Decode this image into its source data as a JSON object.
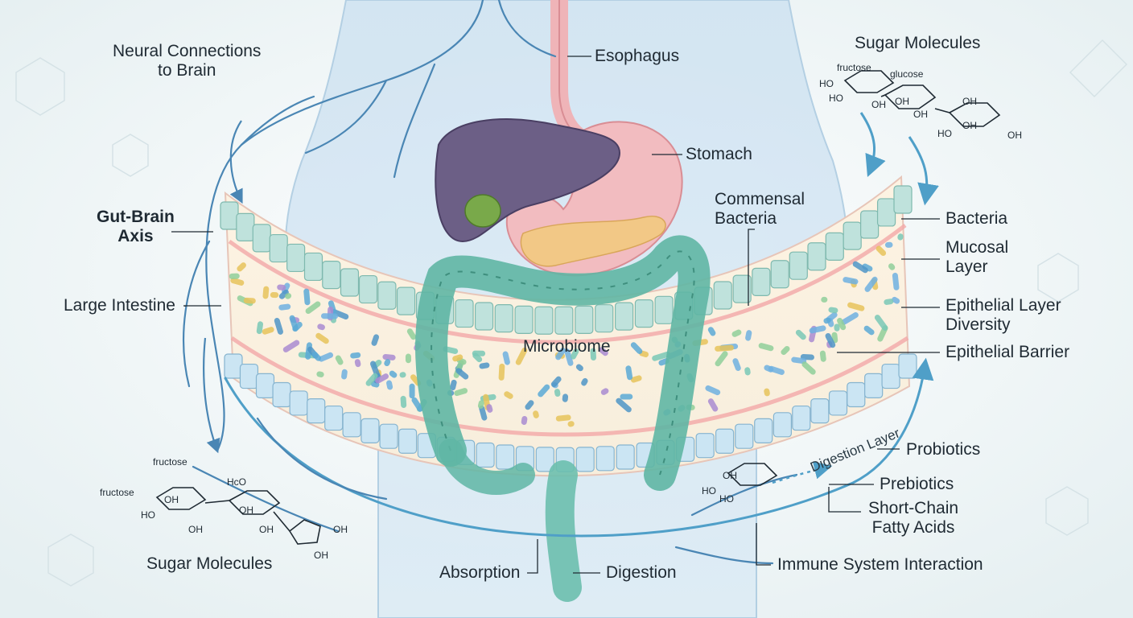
{
  "labels": {
    "neural_connections": "Neural Connections\nto Brain",
    "esophagus": "Esophagus",
    "sugar_molecules_top": "Sugar Molecules",
    "stomach": "Stomach",
    "commensal_bacteria": "Commensal\nBacteria",
    "gut_brain_axis": "Gut-Brain\nAxis",
    "bacteria": "Bacteria",
    "mucosal_layer": "Mucosal\nLayer",
    "large_intestine": "Large Intestine",
    "epithelial_layer_diversity": "Epithelial Layer\nDiversity",
    "microbiome": "Microbiome",
    "epithelial_barrier": "Epithelial Barrier",
    "digestion_layer": "Digestion Layer",
    "probiotics": "Probiotics",
    "prebiotics": "Prebiotics",
    "short_chain_fatty_acids": "Short-Chain\nFatty Acids",
    "sugar_molecules_bottom": "Sugar Molecules",
    "absorption": "Absorption",
    "digestion": "Digestion",
    "immune_system_interaction": "Immune System Interaction"
  },
  "molecule_top": {
    "fructose": "fructose",
    "glucose": "glucose",
    "ho_1": "HO",
    "ho_2": "HO",
    "oh_1": "OH",
    "oh_2": "OH",
    "oh_3": "OH",
    "oh_4": "OH",
    "oh_5": "OH",
    "oh_6": "OH",
    "ho_3": "HO"
  },
  "molecule_bottom": {
    "fructose_1": "fructose",
    "fructose_2": "fructose",
    "hco": "HcO",
    "ho_1": "HO",
    "oh_1": "OH",
    "oh_2": "OH",
    "oh_3": "OH",
    "oh_4": "OH",
    "oh_5": "OH",
    "oh_6": "OH"
  },
  "molecule_right": {
    "ho_1": "HO",
    "ho_2": "HO",
    "oh_1": "OH"
  },
  "colors": {
    "background": "#f1f6f7",
    "nerve": "#4a86b4",
    "liver": "#6c5f86",
    "stomach": "#efb4b8",
    "intestine": "#5fb6a4",
    "pancreas": "#f0c884",
    "label_text": "#1f2a33"
  }
}
